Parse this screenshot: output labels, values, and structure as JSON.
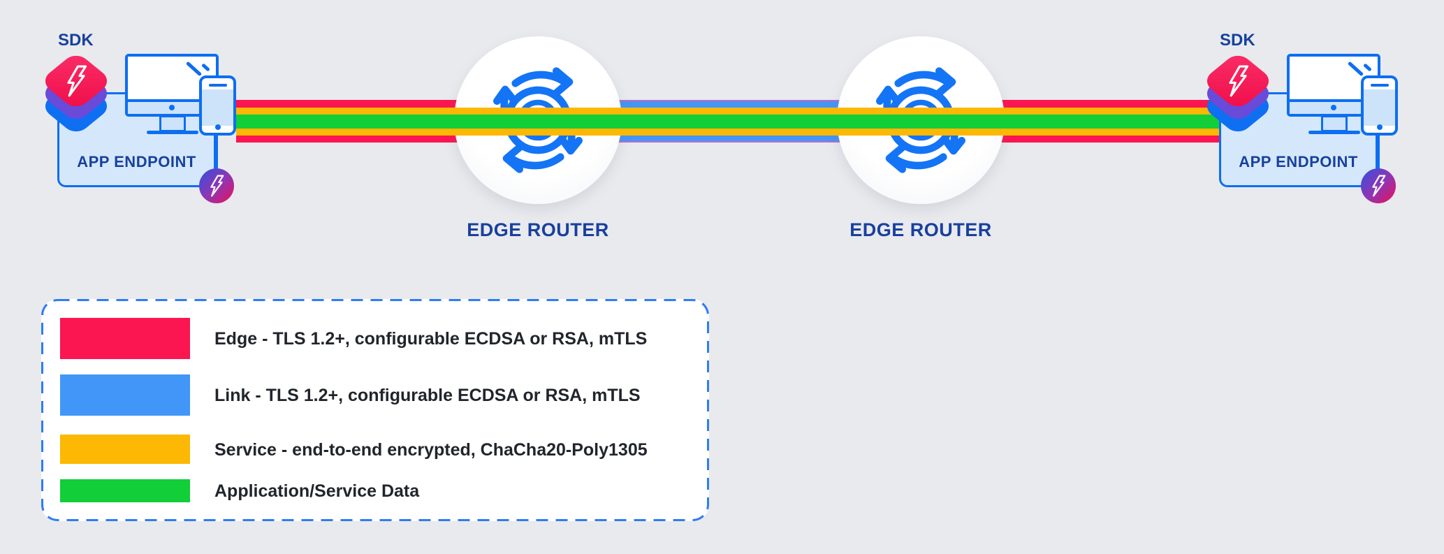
{
  "colors": {
    "background": "#E9EAEE",
    "edge_red": "#FB1551",
    "link_blue": "#4196F8",
    "service_yellow": "#FCB802",
    "data_green": "#12CE38",
    "blend_magenta": "#C06AC6",
    "outline_blue": "#0D6EF2",
    "box_fill": "#D5E8FB",
    "label_navy": "#17419F",
    "legend_border_blue": "#2F7DF2",
    "legend_text": "#21252B"
  },
  "endpoints": {
    "left": {
      "sdk_label": "SDK",
      "label": "APP ENDPOINT"
    },
    "right": {
      "sdk_label": "SDK",
      "label": "APP ENDPOINT"
    }
  },
  "routers": {
    "left": {
      "label": "EDGE ROUTER"
    },
    "right": {
      "label": "EDGE ROUTER"
    }
  },
  "legend": {
    "items": [
      {
        "label": "Edge - TLS 1.2+, configurable ECDSA or RSA, mTLS",
        "color": "#FB1551"
      },
      {
        "label": "Link - TLS 1.2+, configurable ECDSA or RSA, mTLS",
        "color": "#4196F8"
      },
      {
        "label": "Service - end-to-end encrypted, ChaCha20-Poly1305",
        "color": "#FCB802"
      },
      {
        "label": "Application/Service Data",
        "color": "#12CE38"
      }
    ]
  }
}
